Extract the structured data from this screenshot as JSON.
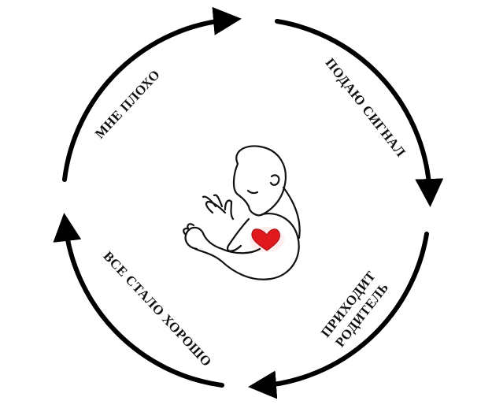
{
  "diagram": {
    "type": "cycle",
    "center_figure": "fetus-with-heart-illustration",
    "arrow_color": "#000000",
    "heart_color": "#e0191f",
    "steps": [
      {
        "id": "step-signal",
        "label": "ПОДАЮ СИГНАЛ"
      },
      {
        "id": "step-parent",
        "label_lines": [
          "ПРИХОДИТ",
          "РОДИТЕЛЬ"
        ]
      },
      {
        "id": "step-good",
        "label": "ВСЕ СТАЛО ХОРОШО"
      },
      {
        "id": "step-bad",
        "label": "МНЕ ПЛОХО"
      }
    ]
  }
}
